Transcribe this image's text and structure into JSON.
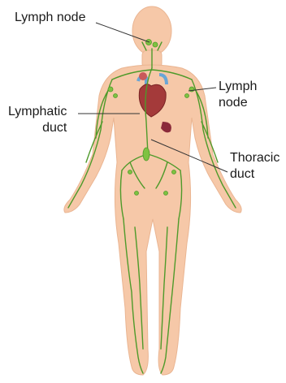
{
  "labels": {
    "top_lymph_node": "Lymph node",
    "right_lymph_node": [
      "Lymph",
      "node"
    ],
    "lymphatic_duct": [
      "Lymphatic",
      "duct"
    ],
    "thoracic_duct": [
      "Thoracic",
      "duct"
    ]
  },
  "colors": {
    "skin": "#f6c8a8",
    "skin_shadow": "#eab592",
    "vessel": "#4e9a2a",
    "node": "#7fc241",
    "heart": "#a43a3a",
    "vein": "#6aa6d6",
    "leader": "#333333"
  },
  "icons": [
    "human-body-silhouette",
    "heart-icon"
  ]
}
